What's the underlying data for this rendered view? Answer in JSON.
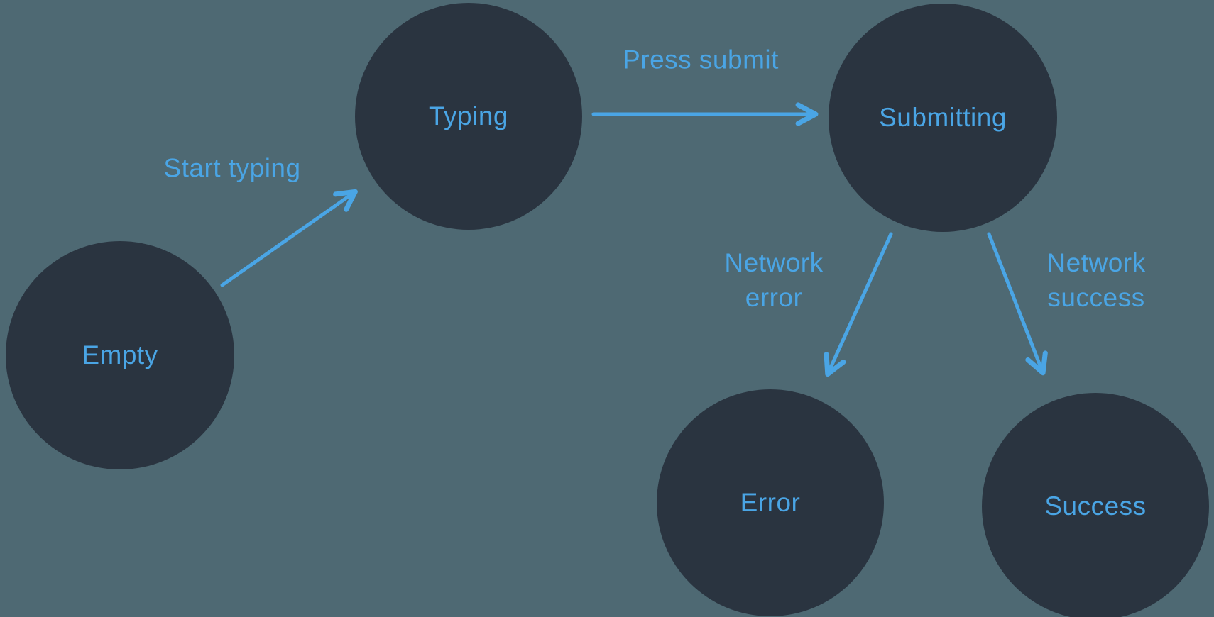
{
  "diagram": {
    "type": "state-machine",
    "states": [
      {
        "id": "empty",
        "label": "Empty"
      },
      {
        "id": "typing",
        "label": "Typing"
      },
      {
        "id": "submitting",
        "label": "Submitting"
      },
      {
        "id": "error",
        "label": "Error"
      },
      {
        "id": "success",
        "label": "Success"
      }
    ],
    "transitions": [
      {
        "id": "start-typing",
        "label": "Start typing",
        "from": "empty",
        "to": "typing"
      },
      {
        "id": "press-submit",
        "label": "Press submit",
        "from": "typing",
        "to": "submitting"
      },
      {
        "id": "network-error",
        "label": "Network error",
        "from": "submitting",
        "to": "error"
      },
      {
        "id": "network-success",
        "label": "Network success",
        "from": "submitting",
        "to": "success"
      }
    ],
    "colors": {
      "background": "#4e6973",
      "node": "#2a3440",
      "accent": "#4aa5e5"
    }
  }
}
